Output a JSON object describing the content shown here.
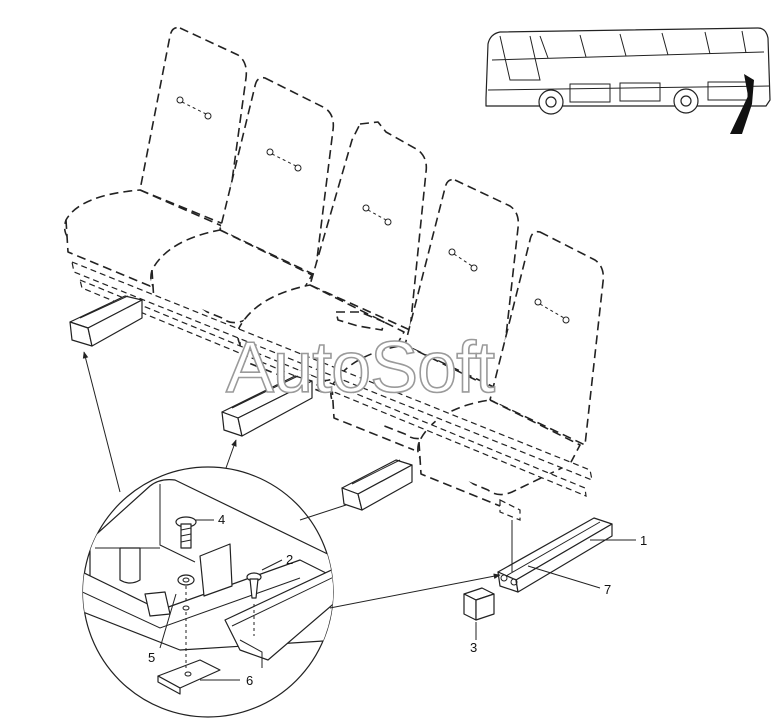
{
  "watermark": "AutoSoft",
  "callouts": [
    {
      "id": "callout-1",
      "text": "1"
    },
    {
      "id": "callout-2",
      "text": "2"
    },
    {
      "id": "callout-3",
      "text": "3"
    },
    {
      "id": "callout-4",
      "text": "4"
    },
    {
      "id": "callout-5",
      "text": "5"
    },
    {
      "id": "callout-6",
      "text": "6"
    },
    {
      "id": "callout-7",
      "text": "7"
    }
  ],
  "colors": {
    "line": "#222222",
    "background": "#ffffff",
    "watermark_stroke": "#9a9a9a"
  }
}
